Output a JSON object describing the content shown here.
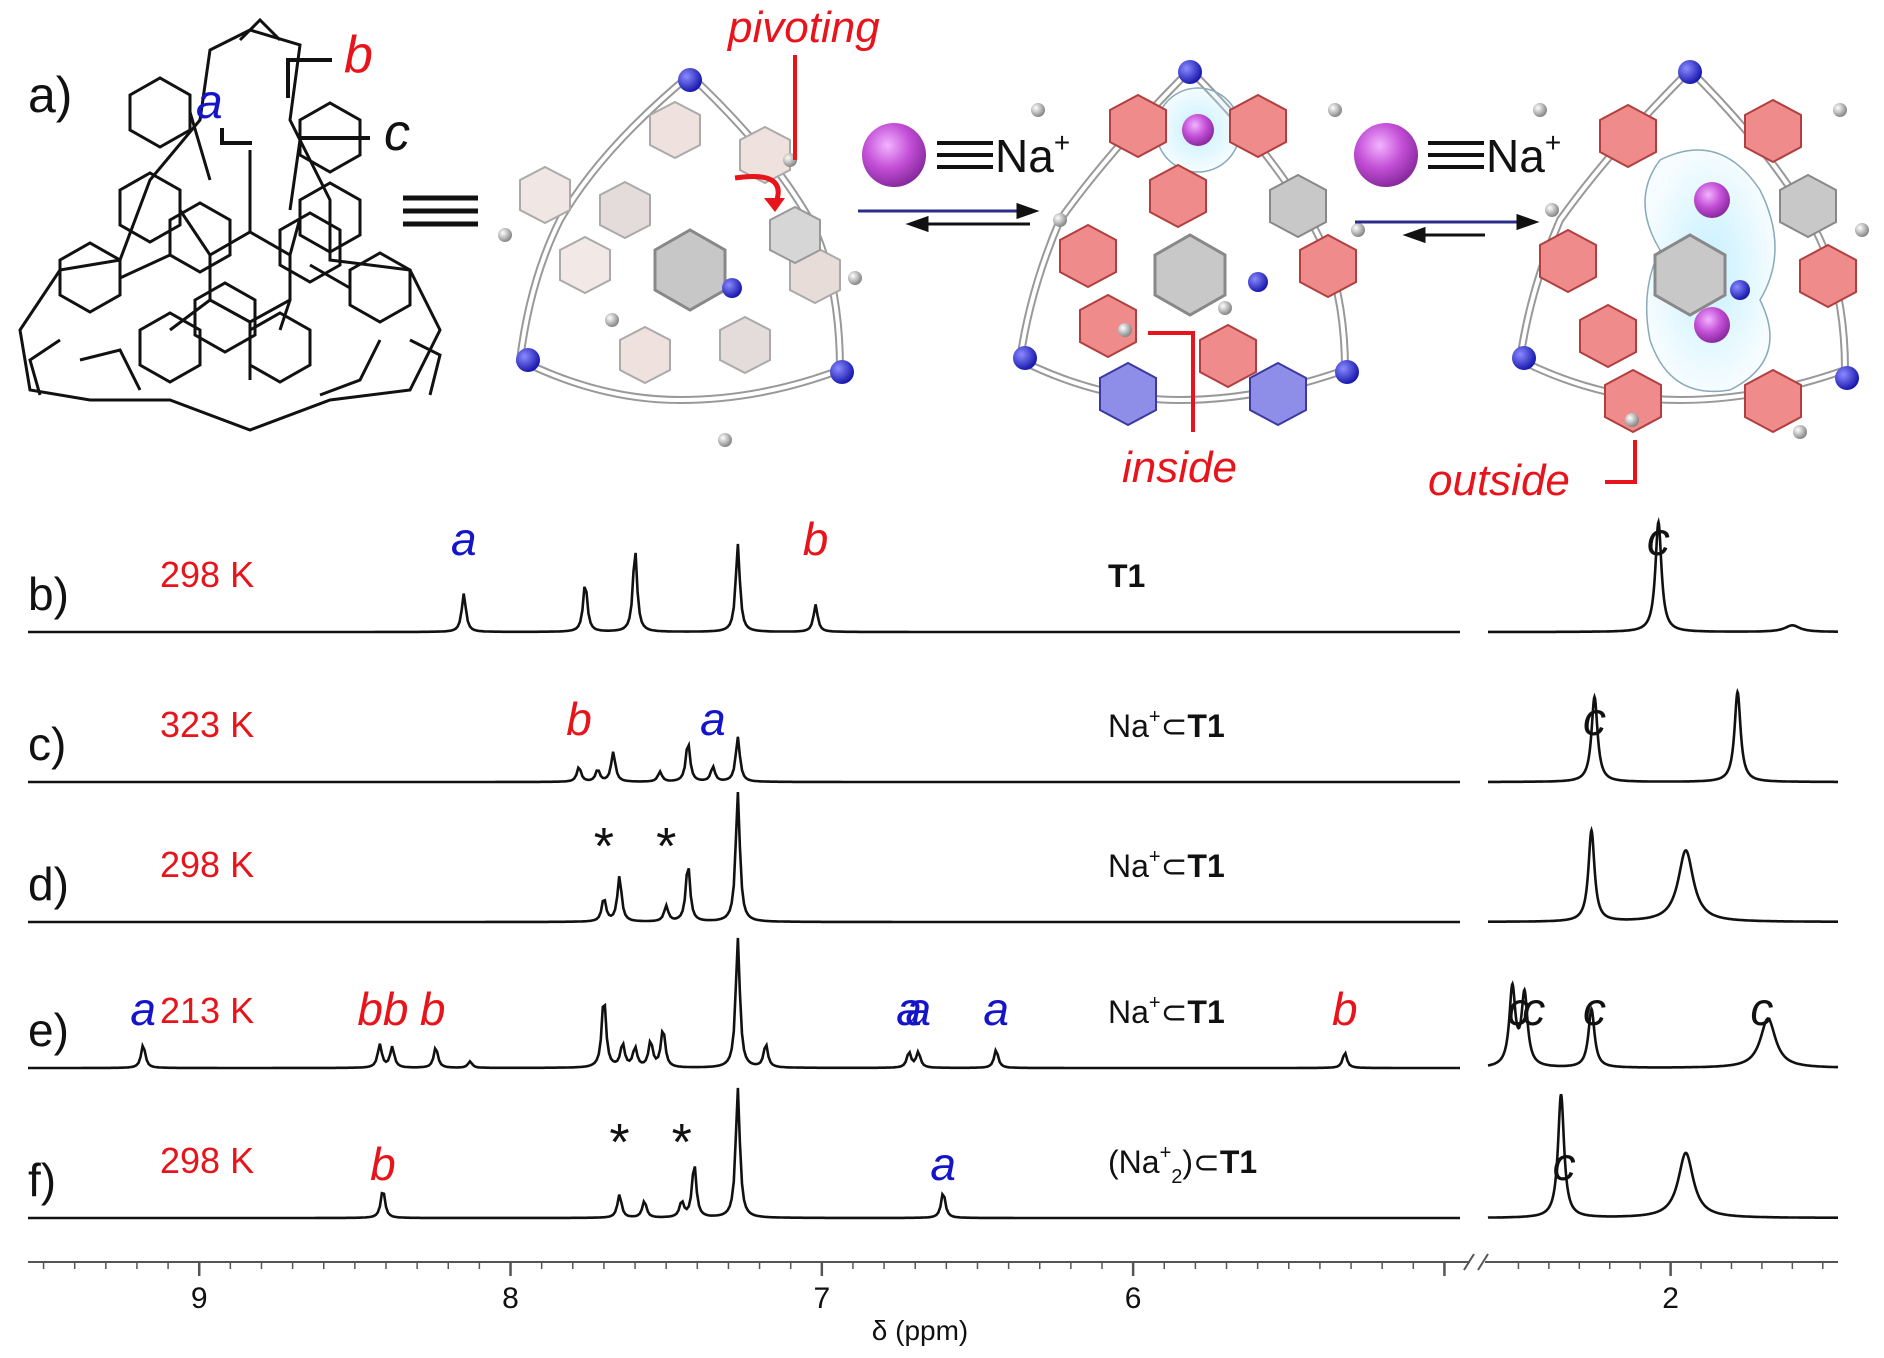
{
  "colors": {
    "red": "#e8141b",
    "blue": "#1414c8",
    "black": "#111111",
    "pink_ring": "#f08080",
    "blue_ring": "#7b7bd8",
    "sodium": "#cc55dd"
  },
  "panel_a": {
    "panel_label": "a)",
    "labels": {
      "a": "a",
      "b": "b",
      "c": "c"
    },
    "equiv_symbol": "≡",
    "pivoting": "pivoting",
    "na_label": "Na",
    "na_sup": "+",
    "inside": "inside",
    "outside": "outside"
  },
  "spectra": [
    {
      "panel": "b)",
      "temp": "298 K",
      "compound": "T1",
      "compound_prefix": "",
      "compound_sub": "",
      "compound_mid": ""
    },
    {
      "panel": "c)",
      "temp": "323 K",
      "compound": "T1",
      "compound_prefix": "Na",
      "compound_sup": "+",
      "compound_mid": "⊂"
    },
    {
      "panel": "d)",
      "temp": "298 K",
      "compound": "T1",
      "compound_prefix": "Na",
      "compound_sup": "+",
      "compound_mid": "⊂"
    },
    {
      "panel": "e)",
      "temp": "213 K",
      "compound": "T1",
      "compound_prefix": "Na",
      "compound_sup": "+",
      "compound_mid": "⊂"
    },
    {
      "panel": "f)",
      "temp": "298 K",
      "compound": "T1",
      "compound_prefix": "(Na",
      "compound_sup": "+",
      "compound_sub": "2",
      "compound_mid": ")⊂"
    }
  ],
  "peak_labels": {
    "b": [
      {
        "t": "a",
        "c": "blue",
        "x": 8.15
      },
      {
        "t": "b",
        "c": "red",
        "x": 7.02
      }
    ],
    "b_right": [
      {
        "t": "c",
        "c": "black",
        "x": 2.04
      }
    ],
    "c": [
      {
        "t": "b",
        "c": "red",
        "x": 7.78
      },
      {
        "t": "a",
        "c": "blue",
        "x": 7.35
      }
    ],
    "c_right": [
      {
        "t": "c",
        "c": "black",
        "x": 2.25
      }
    ],
    "d": [
      {
        "t": "*",
        "c": "black",
        "x": 7.7
      },
      {
        "t": "*",
        "c": "black",
        "x": 7.5
      }
    ],
    "e": [
      {
        "t": "a",
        "c": "blue",
        "x": 9.18
      },
      {
        "t": "bb",
        "c": "red",
        "x": 8.41
      },
      {
        "t": "b",
        "c": "red",
        "x": 8.25
      },
      {
        "t": "a",
        "c": "blue",
        "x": 6.72
      },
      {
        "t": "a",
        "c": "blue",
        "x": 6.69
      },
      {
        "t": "a",
        "c": "blue",
        "x": 6.44
      },
      {
        "t": "b",
        "c": "red",
        "x": 5.32
      }
    ],
    "e_right": [
      {
        "t": "c",
        "c": "black",
        "x": 2.5
      },
      {
        "t": "c",
        "c": "black",
        "x": 2.45
      },
      {
        "t": "c",
        "c": "black",
        "x": 2.25
      },
      {
        "t": "c",
        "c": "black",
        "x": 1.7
      }
    ],
    "f": [
      {
        "t": "b",
        "c": "red",
        "x": 8.41
      },
      {
        "t": "*",
        "c": "black",
        "x": 7.65
      },
      {
        "t": "*",
        "c": "black",
        "x": 7.45
      },
      {
        "t": "a",
        "c": "blue",
        "x": 6.61
      }
    ],
    "f_right": [
      {
        "t": "c",
        "c": "black",
        "x": 2.35
      }
    ]
  },
  "axis": {
    "label": "δ (ppm)",
    "left_ticks": [
      "9",
      "8",
      "7",
      "6"
    ],
    "right_ticks": [
      "2"
    ],
    "left_range": [
      9.55,
      4.95
    ],
    "right_range": [
      2.6,
      1.45
    ]
  },
  "chart_data": {
    "type": "line",
    "title": "",
    "xlabel": "δ (ppm)",
    "ylabel": "",
    "xlim_left_segment": [
      9.55,
      4.95
    ],
    "xlim_right_segment": [
      2.6,
      1.45
    ],
    "series": [
      {
        "name": "T1",
        "peaks": [
          [
            8.15,
            0.35
          ],
          [
            7.76,
            0.45
          ],
          [
            7.6,
            0.75
          ],
          [
            7.27,
            0.8
          ],
          [
            7.02,
            0.25
          ],
          [
            2.04,
            1.0
          ],
          [
            1.6,
            0.06
          ]
        ]
      },
      {
        "name": "Na+⊂T1",
        "peaks": [
          [
            7.78,
            0.15
          ],
          [
            7.72,
            0.12
          ],
          [
            7.67,
            0.3
          ],
          [
            7.52,
            0.1
          ],
          [
            7.43,
            0.4
          ],
          [
            7.35,
            0.15
          ],
          [
            7.27,
            0.45
          ],
          [
            2.25,
            0.85
          ],
          [
            1.78,
            0.9
          ]
        ]
      },
      {
        "name": "Na+⊂T1",
        "peaks": [
          [
            7.7,
            0.18
          ],
          [
            7.65,
            0.35
          ],
          [
            7.5,
            0.12
          ],
          [
            7.43,
            0.45
          ],
          [
            7.27,
            1.0
          ],
          [
            2.26,
            0.7
          ],
          [
            1.95,
            0.55
          ]
        ]
      },
      {
        "name": "Na+⊂T1",
        "peaks": [
          [
            9.18,
            0.18
          ],
          [
            8.42,
            0.18
          ],
          [
            8.38,
            0.16
          ],
          [
            8.24,
            0.16
          ],
          [
            8.13,
            0.05
          ],
          [
            7.7,
            0.55
          ],
          [
            7.64,
            0.18
          ],
          [
            7.6,
            0.15
          ],
          [
            7.55,
            0.2
          ],
          [
            7.51,
            0.3
          ],
          [
            7.27,
            1.0
          ],
          [
            7.18,
            0.18
          ],
          [
            6.72,
            0.12
          ],
          [
            6.69,
            0.12
          ],
          [
            6.44,
            0.14
          ],
          [
            5.32,
            0.12
          ],
          [
            2.52,
            0.6
          ],
          [
            2.48,
            0.55
          ],
          [
            2.26,
            0.45
          ],
          [
            1.68,
            0.38
          ]
        ]
      },
      {
        "name": "(Na+)2⊂T1",
        "peaks": [
          [
            8.41,
            0.22
          ],
          [
            7.65,
            0.18
          ],
          [
            7.57,
            0.13
          ],
          [
            7.45,
            0.12
          ],
          [
            7.41,
            0.42
          ],
          [
            7.27,
            1.0
          ],
          [
            6.61,
            0.2
          ],
          [
            2.36,
            0.95
          ],
          [
            1.95,
            0.5
          ]
        ]
      }
    ]
  }
}
